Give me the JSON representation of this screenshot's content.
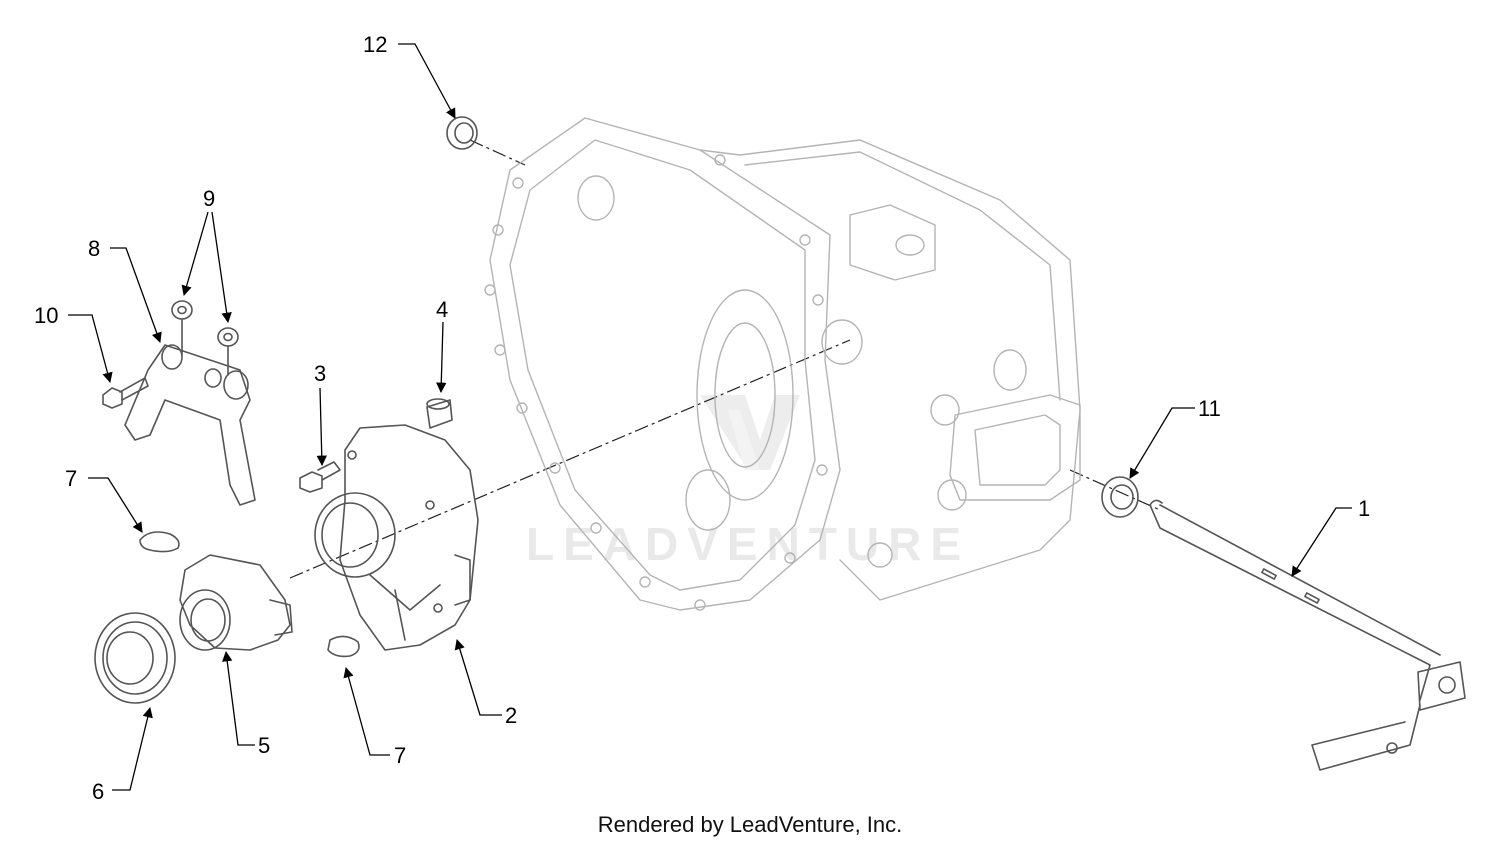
{
  "callouts": [
    {
      "label": "12"
    },
    {
      "label": "9"
    },
    {
      "label": "8"
    },
    {
      "label": "10"
    },
    {
      "label": "4"
    },
    {
      "label": "3"
    },
    {
      "label": "7"
    },
    {
      "label": "11"
    },
    {
      "label": "1"
    },
    {
      "label": "2"
    },
    {
      "label": "5"
    },
    {
      "label": "7"
    },
    {
      "label": "6"
    }
  ],
  "watermark": "LEADVENTURE",
  "footer": "Rendered by LeadVenture, Inc."
}
